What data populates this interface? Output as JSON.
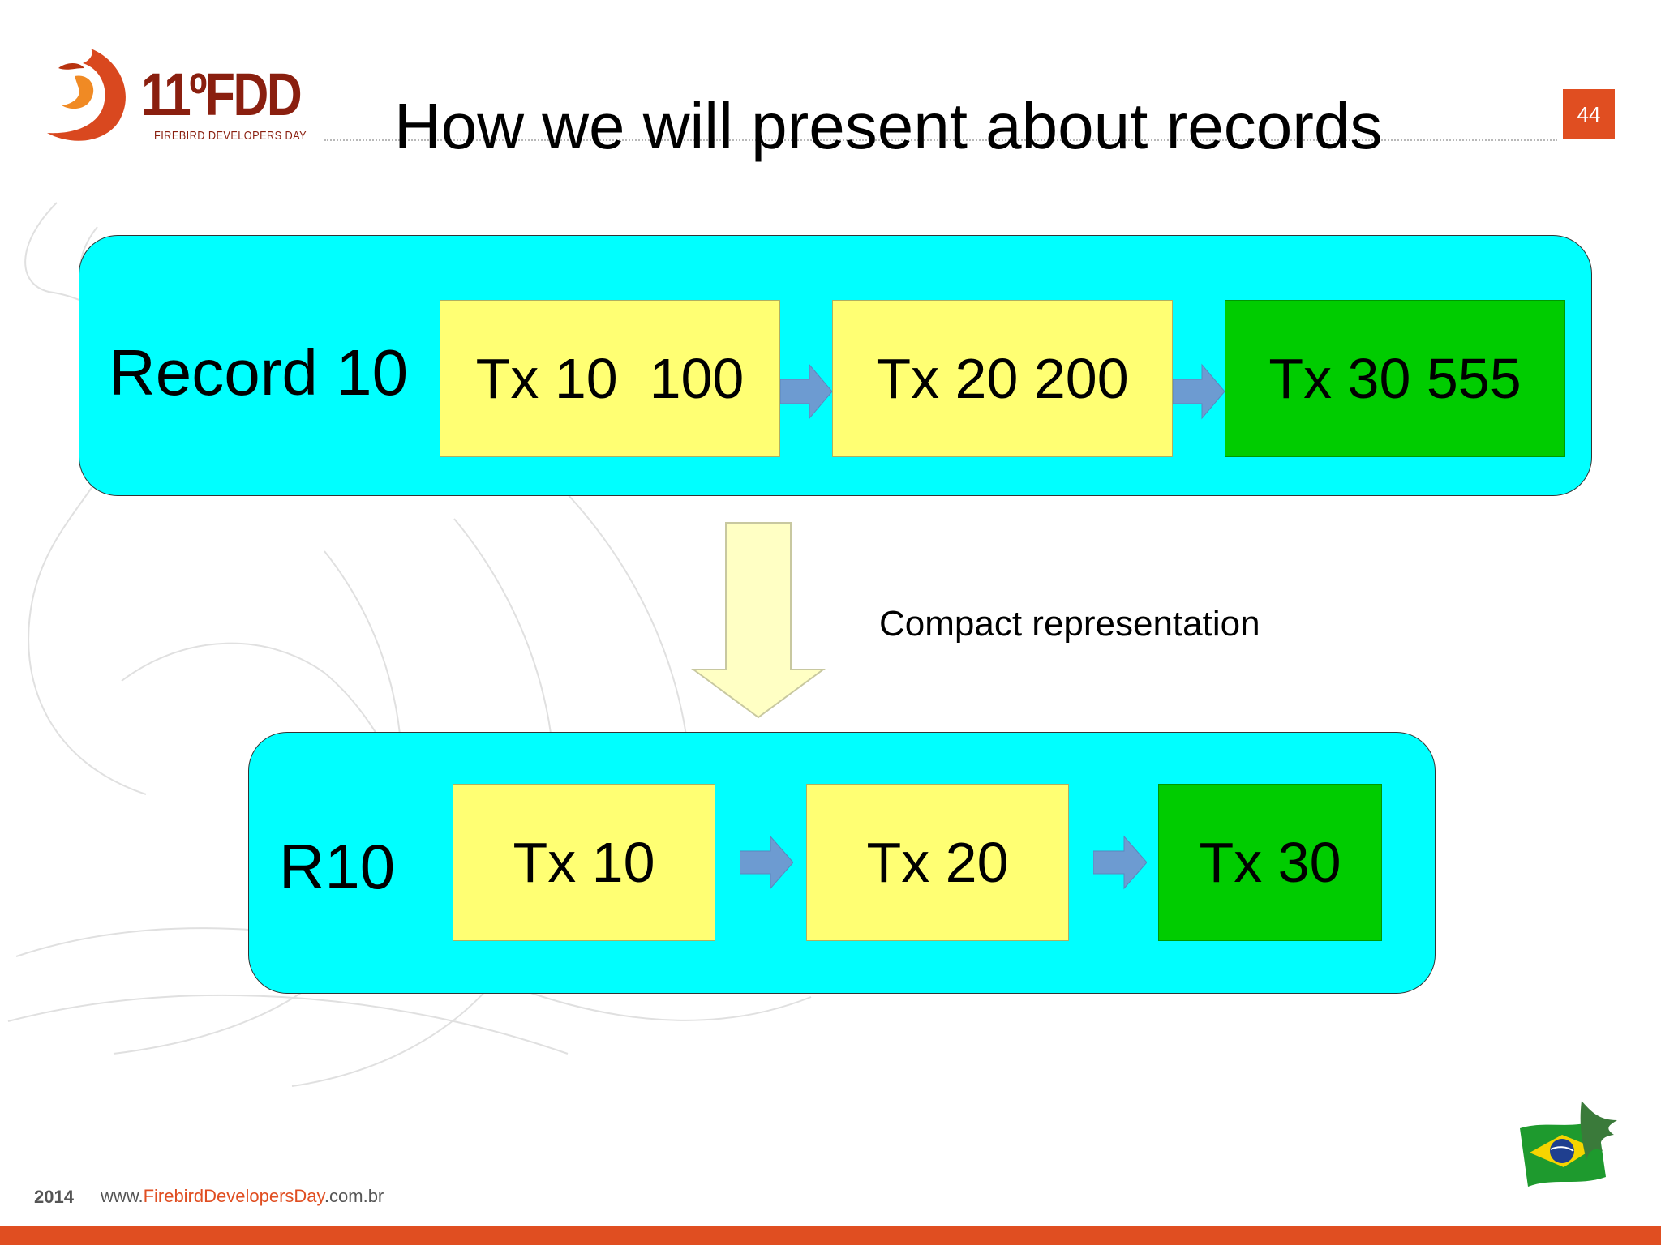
{
  "header": {
    "logo_text": "11ºFDD",
    "logo_subtitle": "FIREBIRD DEVELOPERS DAY",
    "title": "How we will present about records",
    "slide_number": "44"
  },
  "record_diagram": {
    "label": "Record 10",
    "versions": [
      "Tx 10  100",
      "Tx 20 200",
      "Tx 30 555"
    ]
  },
  "compact_diagram": {
    "caption": "Compact representation",
    "label": "R10",
    "versions": [
      "Tx 10",
      "Tx 20",
      "Tx 30"
    ]
  },
  "footer": {
    "year": "2014",
    "url_prefix": "www.",
    "url_highlight": "FirebirdDevelopersDay",
    "url_suffix": ".com.br"
  },
  "colors": {
    "container": "#00ffff",
    "old_version": "#ffff73",
    "latest_version": "#00cc00",
    "connector_arrow": "#6d9bd1",
    "accent": "#e04e21"
  }
}
